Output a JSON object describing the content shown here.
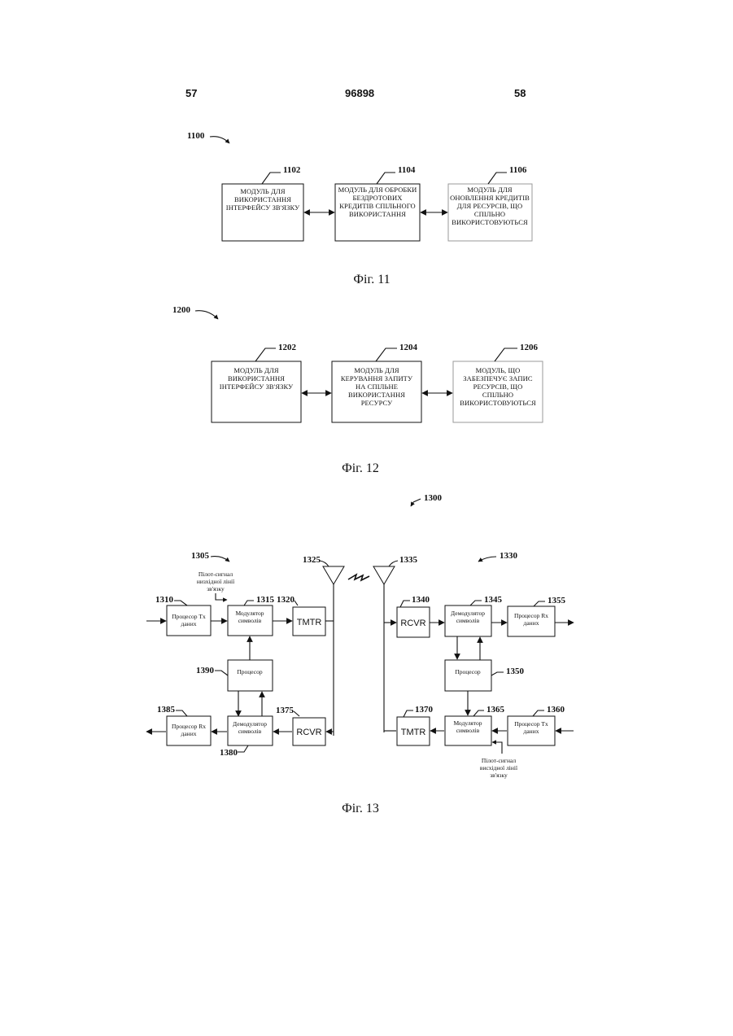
{
  "header": {
    "left_page": "57",
    "patent_number": "96898",
    "right_page": "58"
  },
  "fig11": {
    "ref": "1100",
    "caption": "Фіг. 11",
    "boxes": [
      {
        "ref": "1102",
        "lines": [
          "МОДУЛЬ ДЛЯ",
          "ВИКОРИСТАННЯ",
          "ІНТЕРФЕЙСУ ЗВ'ЯЗКУ"
        ]
      },
      {
        "ref": "1104",
        "lines": [
          "МОДУЛЬ ДЛЯ ОБРОБКИ",
          "БЕЗДРОТОВИХ",
          "КРЕДИТІВ СПІЛЬНОГО",
          "ВИКОРИСТАННЯ"
        ]
      },
      {
        "ref": "1106",
        "lines": [
          "МОДУЛЬ ДЛЯ",
          "ОНОВЛЕННЯ КРЕДИТІВ",
          "ДЛЯ РЕСУРСІВ, ЩО",
          "СПІЛЬНО",
          "ВИКОРИСТОВУЮТЬСЯ"
        ]
      }
    ]
  },
  "fig12": {
    "ref": "1200",
    "caption": "Фіг. 12",
    "boxes": [
      {
        "ref": "1202",
        "lines": [
          "МОДУЛЬ ДЛЯ",
          "ВИКОРИСТАННЯ",
          "ІНТЕРФЕЙСУ ЗВ'ЯЗКУ"
        ]
      },
      {
        "ref": "1204",
        "lines": [
          "МОДУЛЬ ДЛЯ",
          "КЕРУВАННЯ ЗАПИТУ",
          "НА СПІЛЬНЕ",
          "ВИКОРИСТАННЯ",
          "РЕСУРСУ"
        ]
      },
      {
        "ref": "1206",
        "lines": [
          "МОДУЛЬ, ЩО",
          "ЗАБЕЗПЕЧУЄ ЗАПИС",
          "РЕСУРСІВ, ЩО",
          "СПІЛЬНО",
          "ВИКОРИСТОВУЮТЬСЯ"
        ]
      }
    ]
  },
  "fig13": {
    "caption": "Фіг. 13",
    "refs": {
      "system": "1300",
      "left_unit": "1305",
      "right_unit": "1330",
      "tx_proc_l": "1310",
      "mod_l": "1315",
      "tmtr_l": "1320",
      "ant_l": "1325",
      "ant_r": "1335",
      "rcvr_r": "1340",
      "demod_r": "1345",
      "rx_proc_r": "1355",
      "proc_r": "1350",
      "tx_proc_r": "1360",
      "mod_r": "1365",
      "tmtr_r": "1370",
      "rcvr_l": "1375",
      "demod_l": "1380",
      "rx_proc_l": "1385",
      "proc_l": "1390"
    },
    "pilot_label_left": [
      "Пілот-сигнал",
      "низхідної лінії",
      "зв'язку"
    ],
    "pilot_label_right": [
      "Пілот-сигнал",
      "висхідної лінії",
      "зв'язку"
    ],
    "blocks": {
      "tx_proc_l": [
        "Процесор Tx",
        "даних"
      ],
      "mod_l": [
        "Модулятор",
        "символів"
      ],
      "tmtr_l": "TMTR",
      "proc_l": [
        "Процесор"
      ],
      "rx_proc_l": [
        "Процесор Rx",
        "даних"
      ],
      "demod_l": [
        "Демодулятор",
        "символів"
      ],
      "rcvr_l": "RCVR",
      "rcvr_r": "RCVR",
      "demod_r": [
        "Демодулятор",
        "символів"
      ],
      "rx_proc_r": [
        "Процесор Rx",
        "даних"
      ],
      "proc_r": [
        "Процесор"
      ],
      "tmtr_r": "TMTR",
      "mod_r": [
        "Модулятор",
        "символів"
      ],
      "tx_proc_r": [
        "Процесор Tx",
        "даних"
      ]
    }
  }
}
